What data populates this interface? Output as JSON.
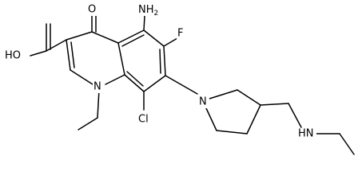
{
  "molecule": {
    "labels": {
      "amino": "NH",
      "amino_sub": "2",
      "oxo": "O",
      "fluoro": "F",
      "hydroxyl": "HO",
      "chloro": "Cl",
      "ring_nitrogen": "N",
      "pyrrolidine_nitrogen": "N",
      "amine": "HN"
    }
  }
}
